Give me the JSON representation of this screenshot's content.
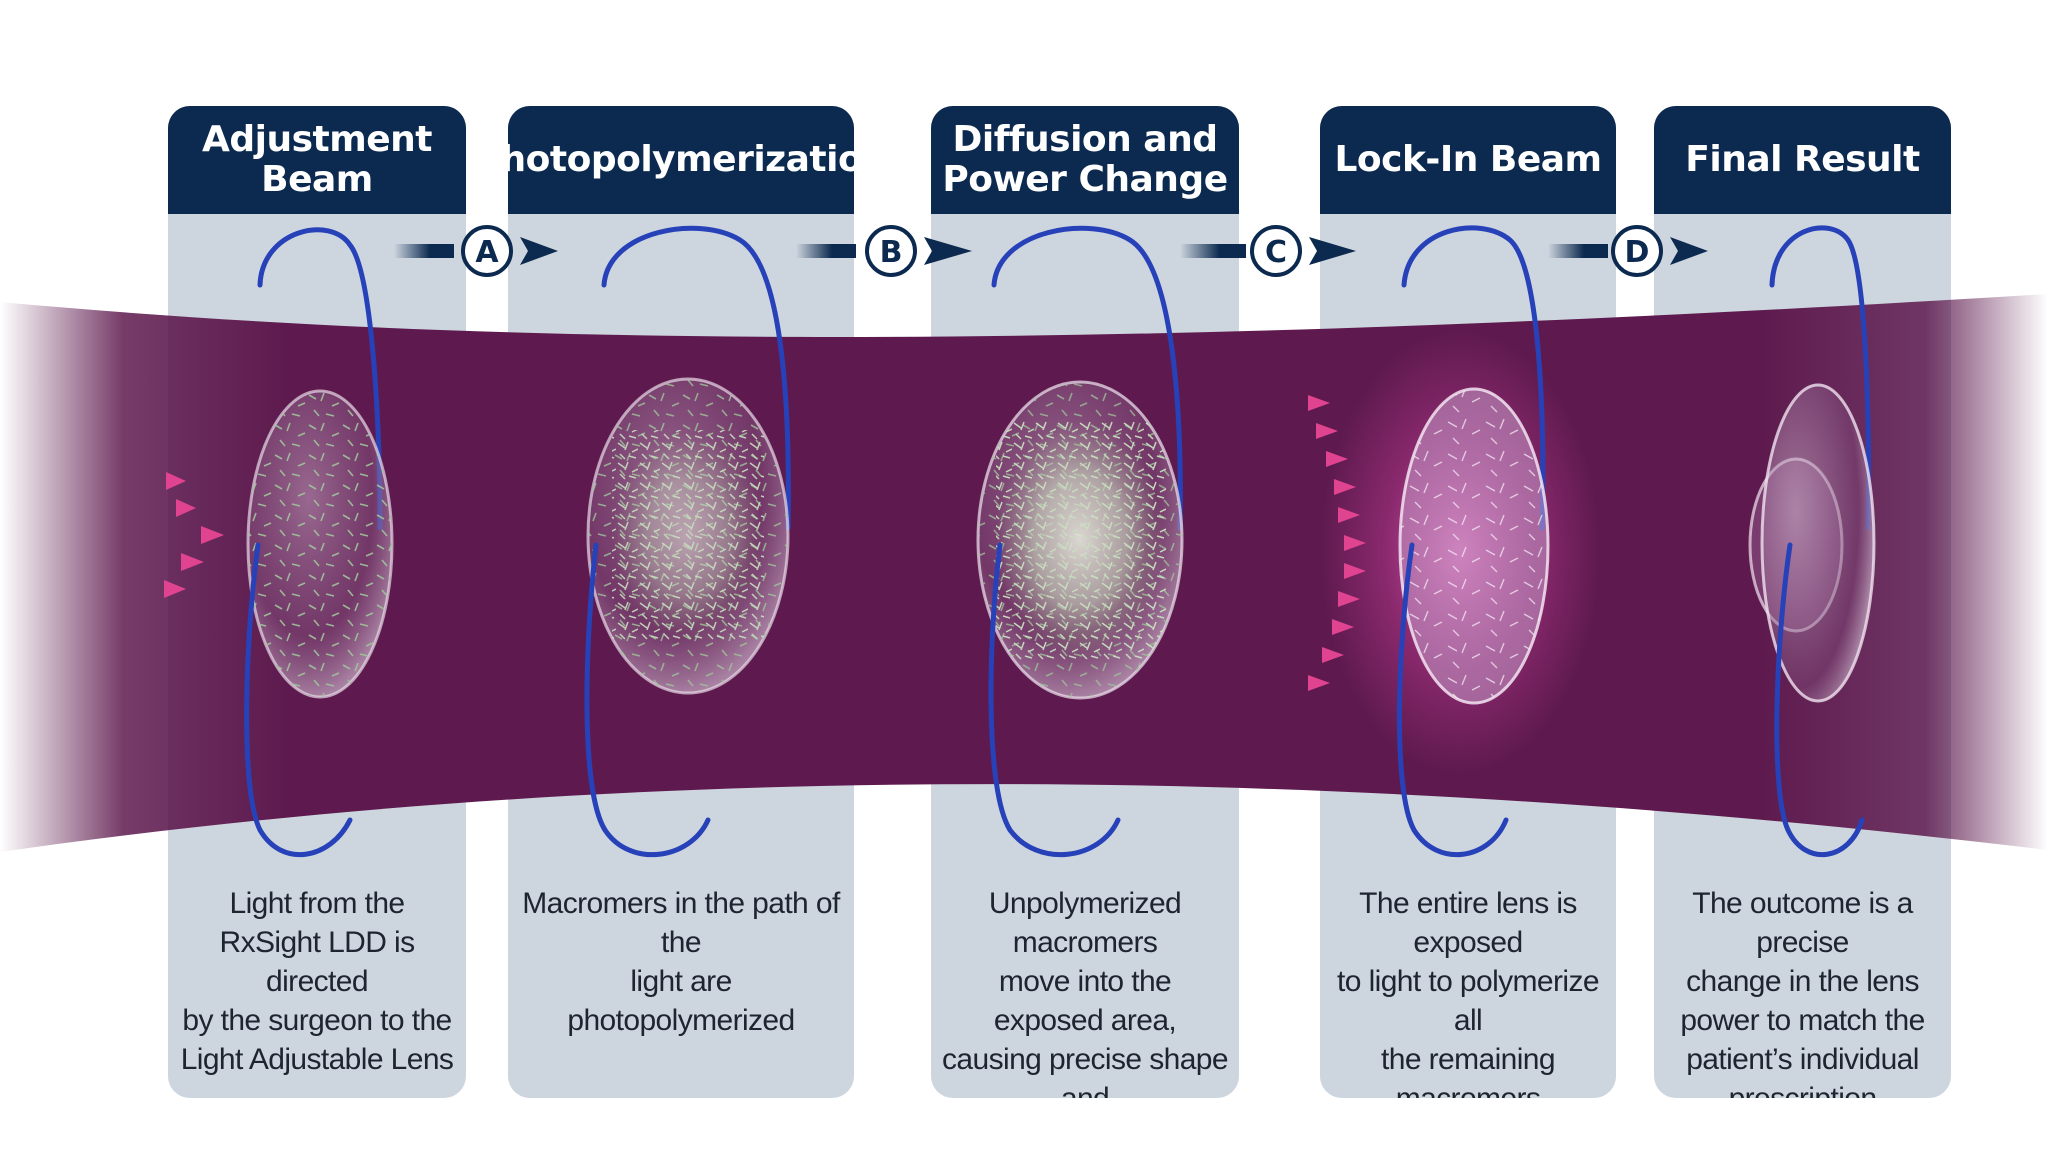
{
  "colors": {
    "header": "#0c2a4f",
    "panel": "#cdd5df",
    "beam": "#5e1a4e",
    "arrow_pink": "#e0438f",
    "haptic": "#2742b8",
    "step_arrow": "#0c2a4f"
  },
  "stages": [
    {
      "title": "Adjustment Beam",
      "description": "Light from the\nRxSight LDD is directed\nby the surgeon to the\nLight Adjustable Lens"
    },
    {
      "title": "Photopolymerization",
      "description": "Macromers in the path of the\nlight are photopolymerized"
    },
    {
      "title": "Diffusion and\nPower Change",
      "description": "Unpolymerized macromers\nmove into the exposed area,\ncausing precise shape and\npower change"
    },
    {
      "title": "Lock-In Beam",
      "description": "The entire lens is exposed\nto light to polymerize all\nthe remaining macromers"
    },
    {
      "title": "Final Result",
      "description": "The outcome is a precise\nchange in the lens\npower to match the\npatient’s individual\nprescription"
    }
  ],
  "steps": [
    "A",
    "B",
    "C",
    "D"
  ]
}
